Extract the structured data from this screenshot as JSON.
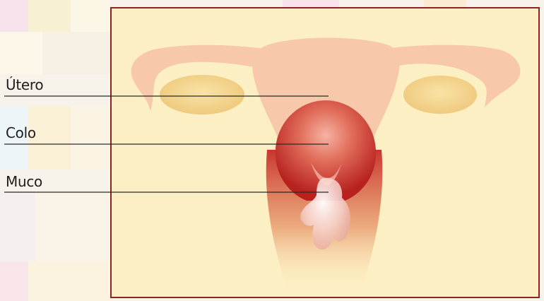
{
  "labels": {
    "utero": "Útero",
    "colo": "Colo",
    "muco": "Muco"
  },
  "colors": {
    "panel_background": "#fcefc3",
    "panel_border": "#8e2323",
    "uterus": "#f7c8aa",
    "ovary": "#f3d58f",
    "cervix": "#c8312f",
    "mucus": "#f8d9d6",
    "leader_line": "#2a2a2a"
  }
}
